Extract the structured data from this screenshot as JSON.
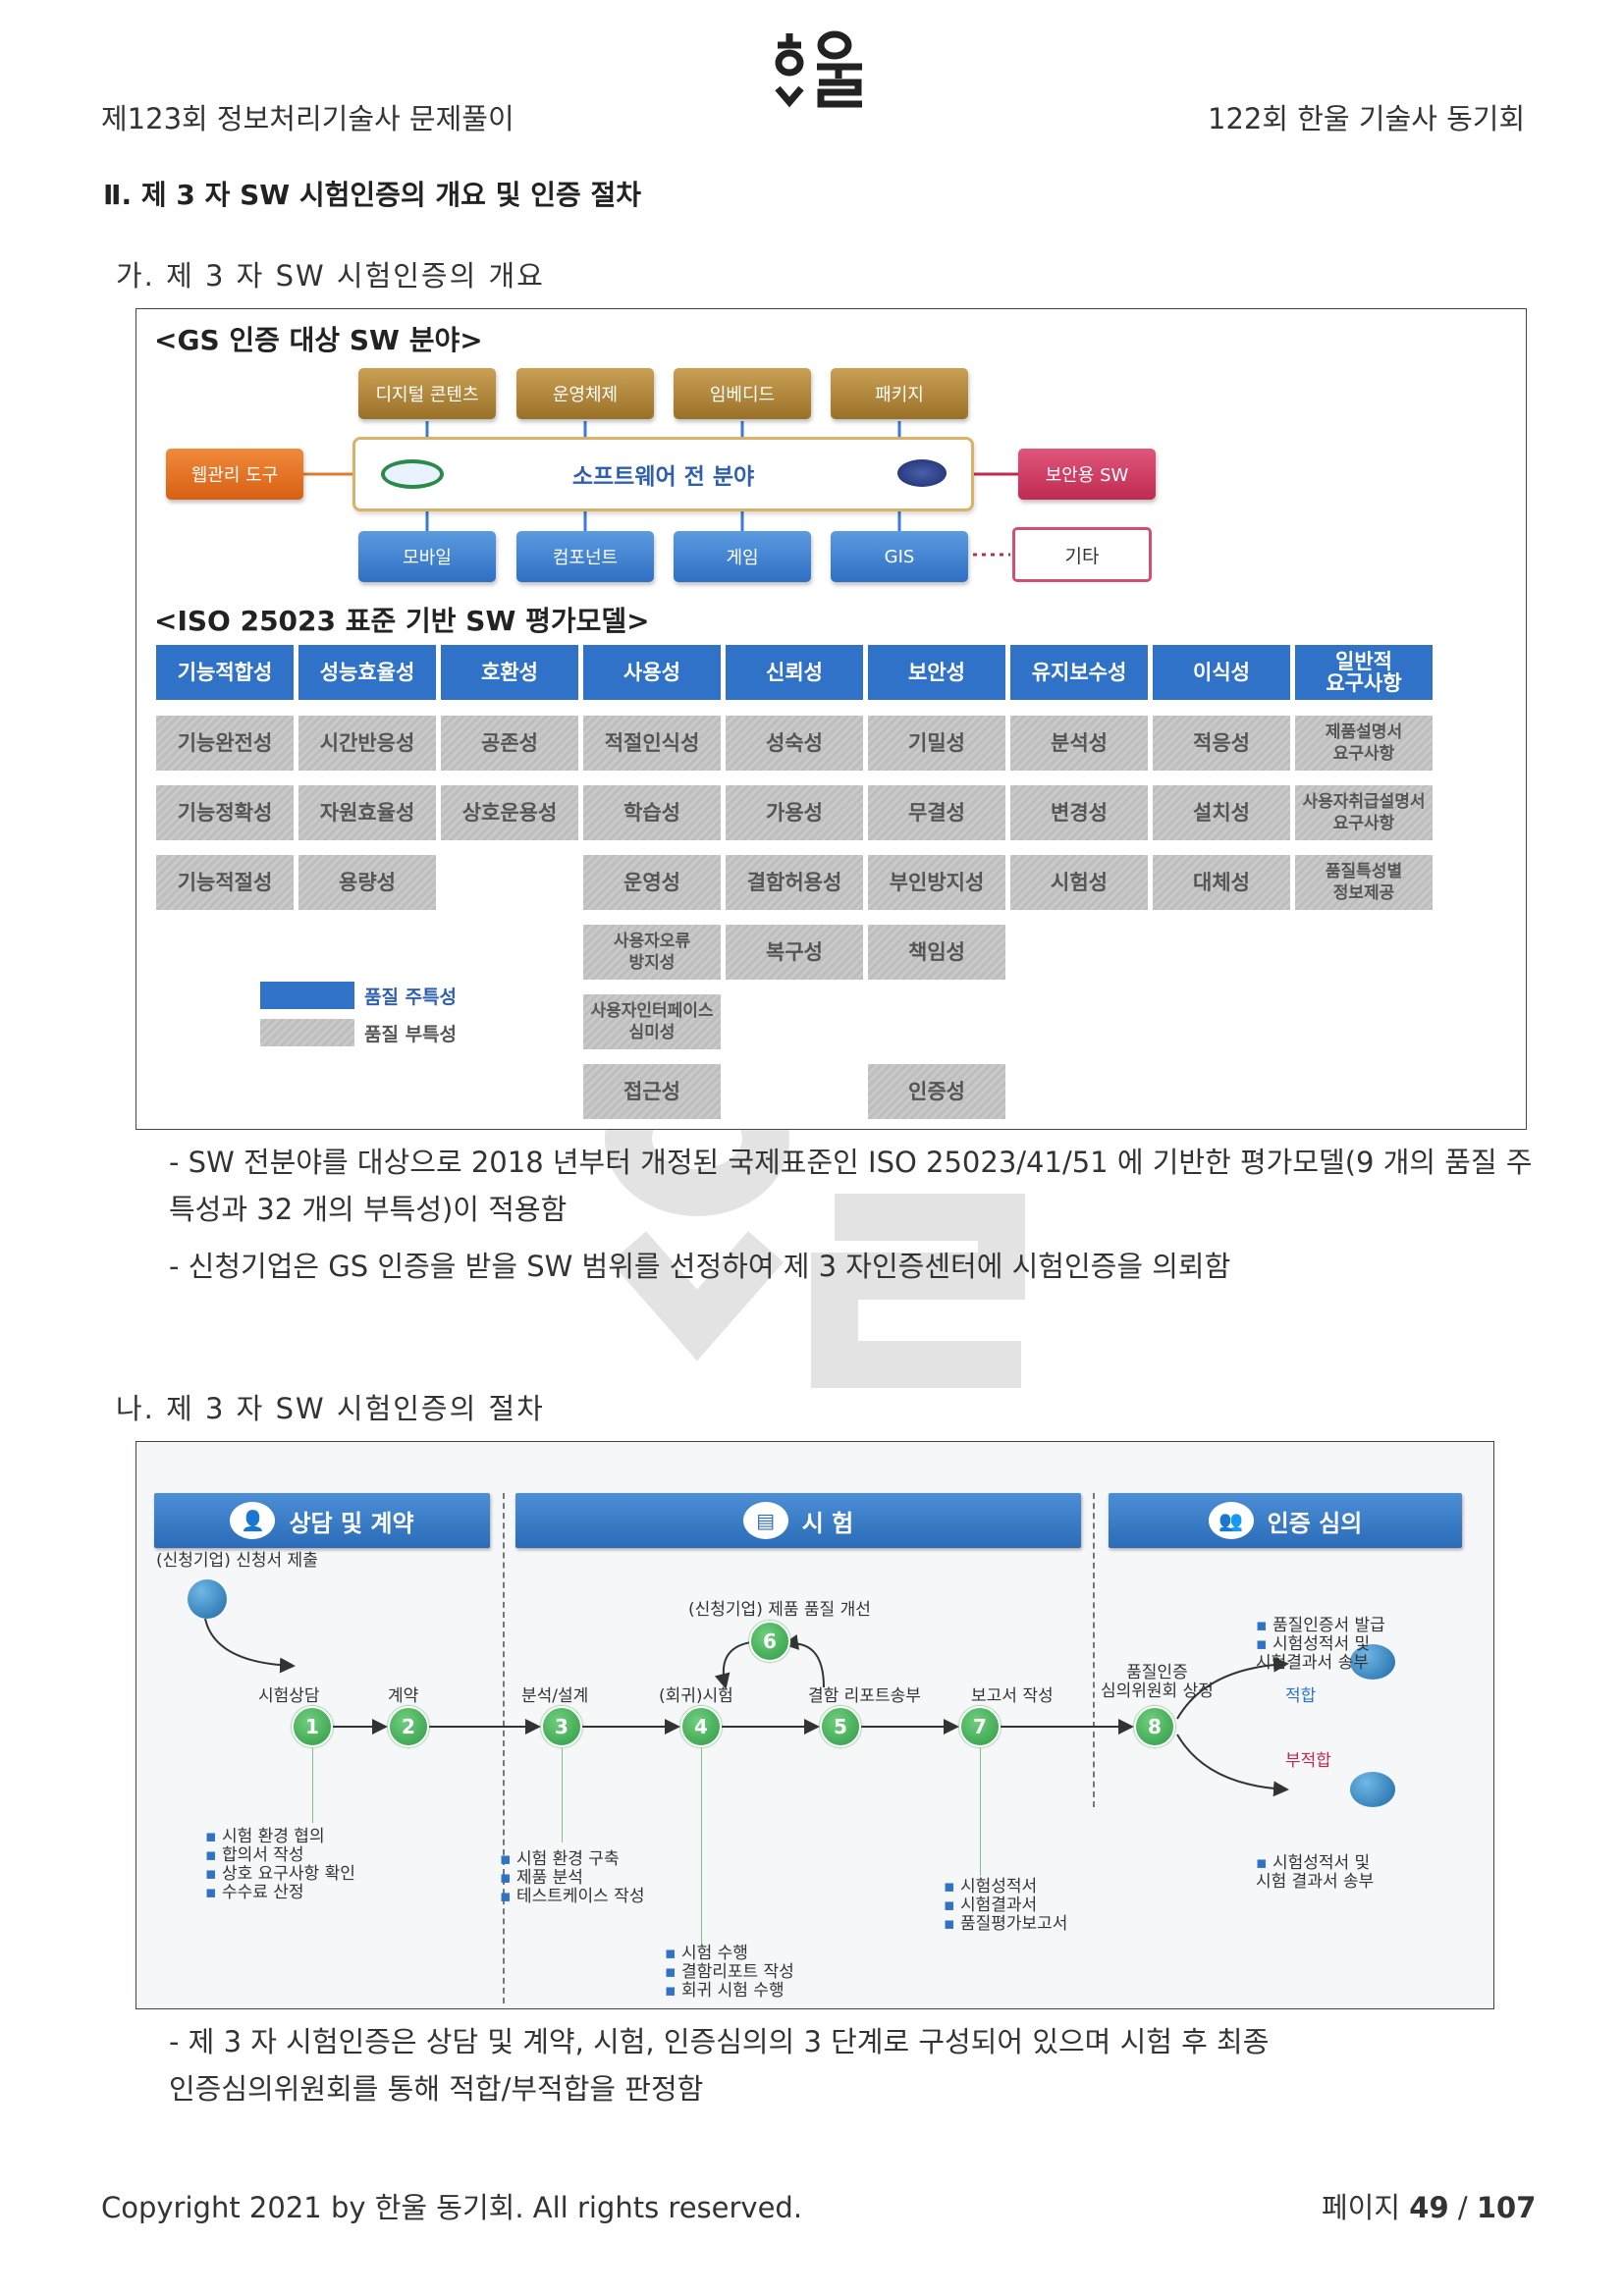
{
  "header": {
    "left": "제123회 정보처리기술사 문제풀이",
    "logo_text": "한울",
    "right": "122회 한울 기술사 동기회"
  },
  "section_title": "Ⅱ. 제 3 자 SW 시험인증의 개요 및 인증 절차",
  "sub_a": "가. 제 3 자 SW 시험인증의 개요",
  "fig1": {
    "gs_title": "<GS 인증 대상 SW 분야>",
    "top_boxes": [
      "디지털 콘텐츠",
      "운영체제",
      "임베디드",
      "패키지"
    ],
    "center": "소프트웨어 전 분야",
    "left_box": "웹관리 도구",
    "right_box": "보안용 SW",
    "bottom_boxes": [
      "모바일",
      "컴포넌트",
      "게임",
      "GIS"
    ],
    "etc": "기타",
    "iso_title": "<ISO 25023 표준 기반 SW 평가모델>",
    "headers": [
      "기능적합성",
      "성능효율성",
      "호환성",
      "사용성",
      "신뢰성",
      "보안성",
      "유지보수성",
      "이식성",
      "일반적\n요구사항"
    ],
    "subs": [
      [
        "기능완전성",
        "기능정확성",
        "기능적절성"
      ],
      [
        "시간반응성",
        "자원효율성",
        "용량성"
      ],
      [
        "공존성",
        "상호운용성"
      ],
      [
        "적절인식성",
        "학습성",
        "운영성",
        "사용자오류\n방지성",
        "사용자인터페이스\n심미성",
        "접근성"
      ],
      [
        "성숙성",
        "가용성",
        "결함허용성",
        "복구성"
      ],
      [
        "기밀성",
        "무결성",
        "부인방지성",
        "책임성",
        "인증성"
      ],
      [
        "분석성",
        "변경성",
        "시험성"
      ],
      [
        "적응성",
        "설치성",
        "대체성"
      ],
      [
        "제품설명서\n요구사항",
        "사용자취급설명서\n요구사항",
        "품질특성별\n정보제공"
      ]
    ],
    "legend": {
      "main": "품질 주특성",
      "sub": "품질 부특성"
    },
    "colors": {
      "main": "#2f72c8",
      "sub": "#c4c4c4"
    }
  },
  "para_a": [
    "- SW 전분야를 대상으로 2018 년부터 개정된 국제표준인 ISO 25023/41/51 에 기반한 평가모델(9 개의 품질 주특성과 32 개의 부특성)이 적용함",
    "- 신청기업은 GS 인증을 받을 SW 범위를 선정하여 제 3 자인증센터에 시험인증을 의뢰함"
  ],
  "sub_b": "나. 제 3 자 SW 시험인증의 절차",
  "fig2": {
    "phases": [
      "상담 및 계약",
      "시 험",
      "인증 심의"
    ],
    "apply": "(신청기업) 신청서 제출",
    "improve": "(신청기업) 제품 품질 개선",
    "steps": [
      {
        "n": "1",
        "label": "시험상담"
      },
      {
        "n": "2",
        "label": "계약"
      },
      {
        "n": "3",
        "label": "분석/설계"
      },
      {
        "n": "4",
        "label": "(회귀)시험"
      },
      {
        "n": "5",
        "label": "결함 리포트송부"
      },
      {
        "n": "6",
        "label": ""
      },
      {
        "n": "7",
        "label": "보고서 작성"
      },
      {
        "n": "8",
        "label": "품질인증\n심의위원회 상정"
      }
    ],
    "pass": "적합",
    "fail": "부적합",
    "notes": {
      "s1": [
        "시험 환경 협의",
        "합의서 작성",
        "상호 요구사항 확인",
        "수수료 산정"
      ],
      "s3": [
        "시험 환경 구축",
        "제품 분석",
        "테스트케이스 작성"
      ],
      "s4": [
        "시험 수행",
        "결함리포트 작성",
        "회귀 시험 수행"
      ],
      "s7": [
        "시험성적서",
        "시험결과서",
        "품질평가보고서"
      ],
      "pass": [
        "품질인증서 발급",
        "시험성적서 및\n시험결과서 송부"
      ],
      "fail": [
        "시험성적서 및\n시험 결과서 송부"
      ]
    }
  },
  "para_b": [
    "- 제 3 자 시험인증은 상담 및 계약, 시험, 인증심의의 3 단계로 구성되어 있으며 시험 후 최종",
    "인증심의위원회를 통해 적합/부적합을 판정함"
  ],
  "footer": {
    "copyright": "Copyright 2021 by 한울 동기회. All rights reserved.",
    "page_label": "페이지",
    "page": "49",
    "sep": "/",
    "total": "107"
  }
}
